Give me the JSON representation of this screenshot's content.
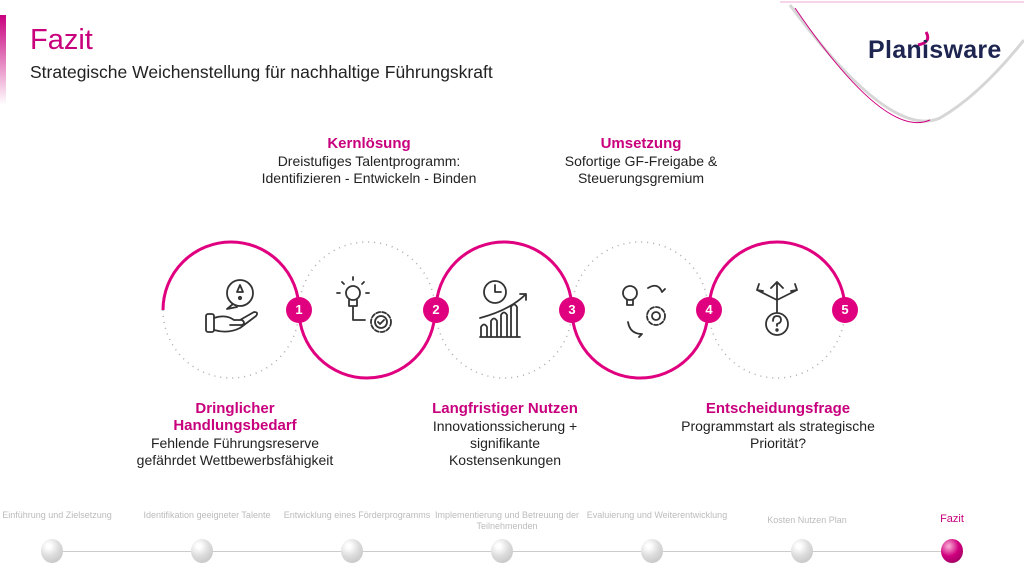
{
  "header": {
    "title": "Fazit",
    "subtitle": "Strategische Weichenstellung für nachhaltige Führungskraft",
    "logo": "Planisware"
  },
  "steps": [
    {
      "number": "1",
      "icon": "hand-exclamation-icon",
      "heading": "Dringlicher Handlungsbedarf",
      "text": "Fehlende Führungsreserve gefährdet Wettbewerbsfähigkeit"
    },
    {
      "number": "2",
      "icon": "lightbulb-gear-icon",
      "heading": "Kernlösung",
      "text": "Dreistufiges Talentprogramm: Identifizieren - Entwickeln - Binden"
    },
    {
      "number": "3",
      "icon": "growth-chart-clock-icon",
      "heading": "Langfristiger Nutzen",
      "text": "Innovationssicherung + signifikante Kostensenkungen"
    },
    {
      "number": "4",
      "icon": "idea-gears-cycle-icon",
      "heading": "Umsetzung",
      "text": "Sofortige GF-Freigabe & Steuerungsgremium"
    },
    {
      "number": "5",
      "icon": "decision-arrows-icon",
      "heading": "Entscheidungsfrage",
      "text": "Programmstart als strategische Priorität?"
    }
  ],
  "nav": [
    {
      "label": "Einführung und Zielsetzung",
      "active": false
    },
    {
      "label": "Identifikation geeigneter Talente",
      "active": false
    },
    {
      "label": "Entwicklung eines Förderprogramms",
      "active": false
    },
    {
      "label": "Implementierung und Betreuung der Teilnehmenden",
      "active": false
    },
    {
      "label": "Evaluierung und Weiterentwicklung",
      "active": false
    },
    {
      "label": "Kosten Nutzen Plan",
      "active": false
    },
    {
      "label": "Fazit",
      "active": true
    }
  ],
  "colors": {
    "accent": "#c8007d",
    "badge": "#e0007f",
    "logo": "#1d2550"
  }
}
